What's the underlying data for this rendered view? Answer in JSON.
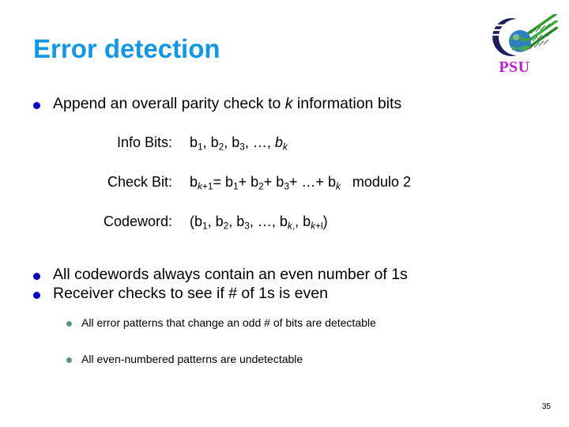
{
  "slide": {
    "title": "Error detection",
    "page_number": "35",
    "colors": {
      "title": "#1296e6",
      "bullet_level1": "#0606bd",
      "bullet_level2": "#5f9090",
      "logo_text": "#c21ad0",
      "logo_arc": "#1b1f5e",
      "logo_stripes": "#2f9e2f",
      "background": "#ffffff"
    }
  },
  "logo": {
    "text": "PSU",
    "icon": "psu-globe-logo"
  },
  "bullets": {
    "top": {
      "text_before_italic": "Append an overall parity check to ",
      "italic": "k",
      "text_after_italic": " information bits"
    },
    "lower": [
      "All codewords always contain an even number of 1s",
      "Receiver checks to see if # of 1s is even"
    ],
    "sub": [
      "All error patterns that change an odd # of bits are detectable",
      "All even-numbered patterns are undetectable"
    ]
  },
  "equations": [
    {
      "label": "Info Bits:",
      "value_html": "b<sub>1</sub>, b<sub>2</sub>, b<sub>3</sub>, …, <span class=\"it\">b<sub>k</sub></span>",
      "value_text": "b1, b2, b3, …, bk"
    },
    {
      "label": "Check Bit:",
      "value_html": "b<sub><span class=\"it\">k</span>+1</sub>= b<sub>1</sub>+ b<sub>2</sub>+ b<sub>3</sub>+ …+ b<sub><span class=\"it\">k</span></sub>&nbsp;&nbsp; modulo 2",
      "value_text": "bk+1= b1+ b2+ b3+ …+ bk  modulo 2"
    },
    {
      "label": "Codeword:",
      "value_html": "(b<sub>1</sub>, b<sub>2</sub>, b<sub>3</sub>, …, b<sub><span class=\"it\">k</span>,</sub>, b<sub><span class=\"it\">k</span>+l</sub>)",
      "value_text": "(b1, b2, b3, …, bk, bk+1)"
    }
  ]
}
